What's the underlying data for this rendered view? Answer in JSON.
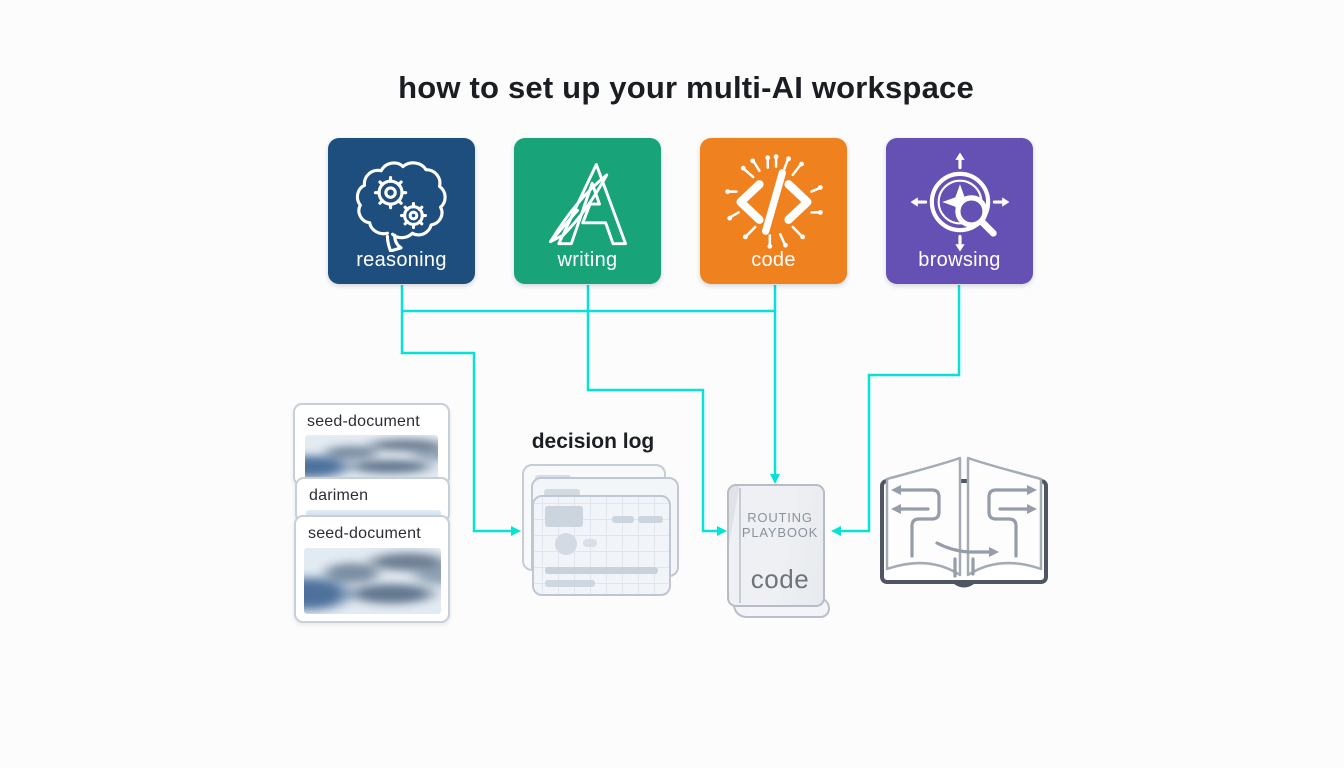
{
  "title": "how to set up your multi-AI workspace",
  "connector_color": "#06e2d6",
  "tiles": [
    {
      "label": "reasoning",
      "color": "#1d4e7d",
      "icon": "brain-gears-icon"
    },
    {
      "label": "writing",
      "color": "#18a378",
      "icon": "quill-letter-a-icon"
    },
    {
      "label": "code",
      "color": "#f0811f",
      "icon": "code-circuit-icon"
    },
    {
      "label": "browsing",
      "color": "#6550b3",
      "icon": "compass-magnifier-icon"
    }
  ],
  "artifacts": {
    "seed_stack": {
      "cards": [
        {
          "label": "seed-document",
          "thumbnail": "blurred-wave-image"
        },
        {
          "label": "darimen",
          "thumbnail": "blurred-wave-image"
        },
        {
          "label": "seed-document",
          "thumbnail": "blurred-wave-image"
        }
      ]
    },
    "decision_log": {
      "label": "decision log"
    },
    "playbook": {
      "line1": "ROUTING",
      "line2": "PLAYBOOK",
      "line3": "code"
    },
    "open_book": {
      "icon": "routing-maze-book-icon"
    }
  }
}
